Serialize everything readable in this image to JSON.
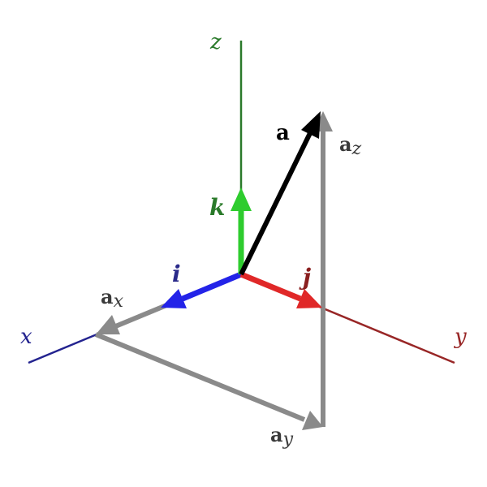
{
  "axes": {
    "x": {
      "label": "x",
      "color": "#23238f"
    },
    "y": {
      "label": "y",
      "color": "#982626"
    },
    "z": {
      "label": "z",
      "color": "#2b7a2b"
    }
  },
  "unit_vectors": {
    "i": {
      "label": "i",
      "color": "#2323e8"
    },
    "j": {
      "label": "j",
      "color": "#e02828"
    },
    "k": {
      "label": "k",
      "color": "#2ecc2e"
    }
  },
  "vectors": {
    "a": {
      "label": "a",
      "color": "#000000"
    },
    "components": {
      "color": "#8a8a8a",
      "ax": {
        "base": "a",
        "sub": "x"
      },
      "ay": {
        "base": "a",
        "sub": "y"
      },
      "az": {
        "base": "a",
        "sub": "z"
      }
    }
  },
  "label_colors": {
    "i": "#2a2a8a",
    "j": "#8a1f1f",
    "k": "#2a7a2a",
    "components": "#3a3a3a"
  }
}
